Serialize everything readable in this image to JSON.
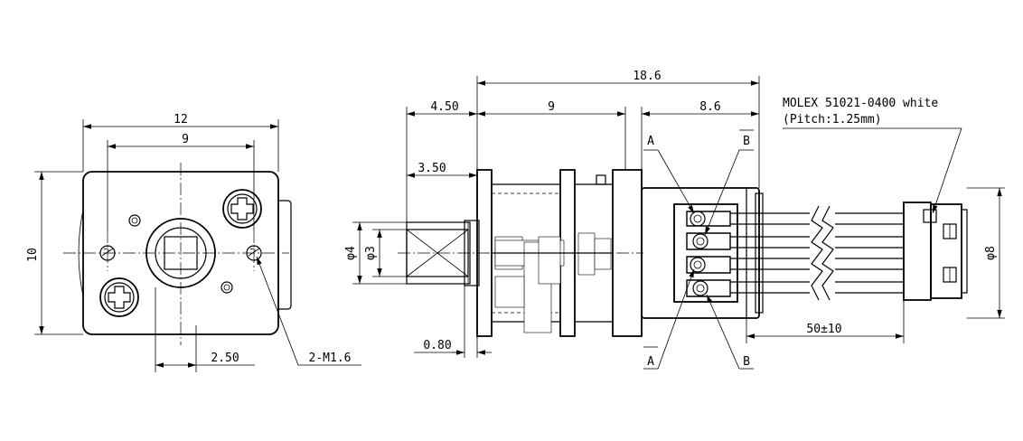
{
  "front_view": {
    "dim_width": "12",
    "dim_hole_spacing": "9",
    "dim_height": "10",
    "dim_offset": "2.50",
    "thread_callout": "2-M1.6"
  },
  "side_view": {
    "dim_total_length": "18.6",
    "dim_shaft_length": "4.50",
    "dim_gearbox_length": "9",
    "dim_motor_length": "8.6",
    "dim_flat_length": "3.50",
    "dim_shaft_dia": "φ4",
    "dim_flat_dia": "φ3",
    "dim_flange": "0.80",
    "dim_motor_dia": "φ8",
    "dim_cable_length": "50±10",
    "connector_label": "MOLEX 51021-0400 white",
    "connector_pitch": "(Pitch:1.25mm)",
    "pin_labels": {
      "a_top": "A",
      "b_top": "B",
      "a_bottom": "A",
      "b_bottom": "B"
    }
  }
}
